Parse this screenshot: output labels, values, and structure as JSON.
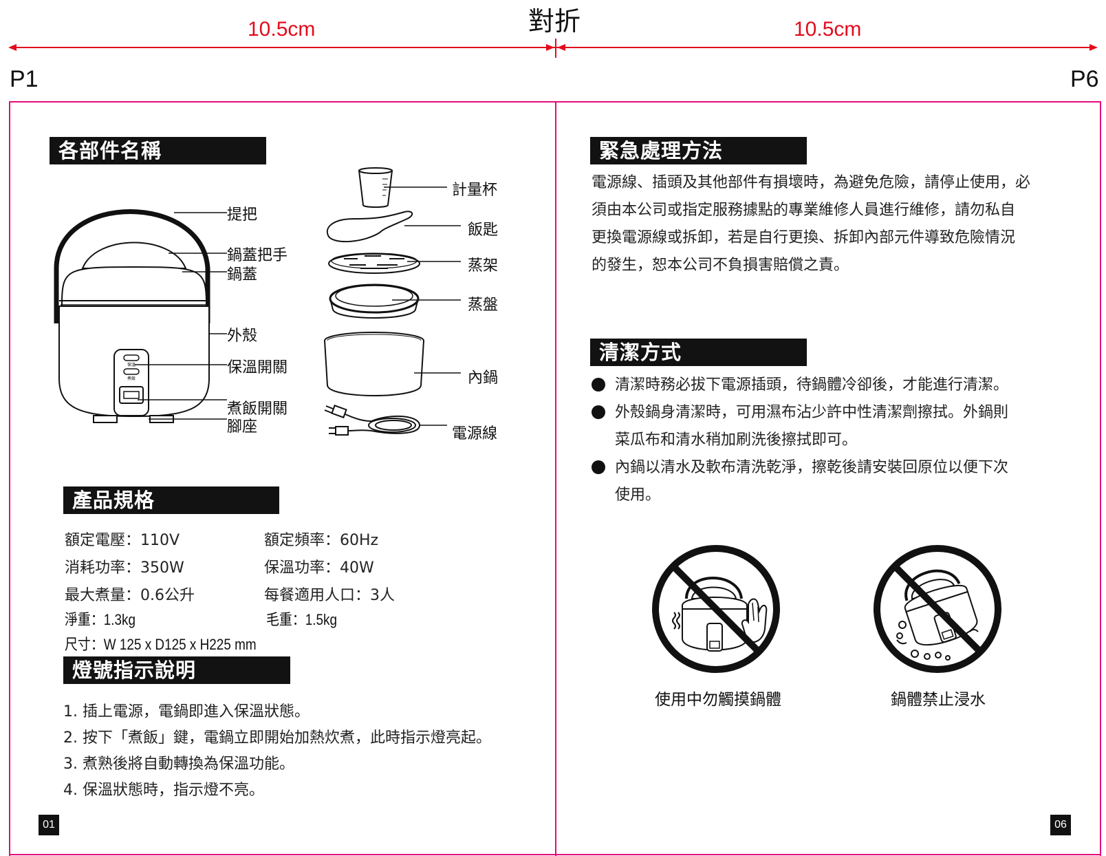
{
  "header": {
    "fold_label": "對折",
    "left_width": "10.5cm",
    "right_width": "10.5cm",
    "left_page": "P1",
    "right_page": "P6"
  },
  "colors": {
    "dimension_red": "#e30b1c",
    "frame_magenta": "#e30b7a",
    "heading_bg": "#121212"
  },
  "left_page": {
    "parts_heading": "各部件名稱",
    "parts_labels": {
      "handle": "提把",
      "lid_handle": "鍋蓋把手",
      "lid": "鍋蓋",
      "shell": "外殼",
      "warm_switch": "保溫開關",
      "cook_switch": "煮飯開關",
      "feet": "腳座",
      "measuring_cup": "計量杯",
      "rice_spoon": "飯匙",
      "steam_rack": "蒸架",
      "steam_tray": "蒸盤",
      "inner_pot": "內鍋",
      "power_cord": "電源線",
      "panel_warm": "保溫",
      "panel_cook": "煮飯"
    },
    "spec_heading": "產品規格",
    "specs": {
      "voltage": "額定電壓：110V",
      "frequency": "額定頻率：60Hz",
      "power": "消耗功率：350W",
      "warm_power": "保溫功率：40W",
      "capacity": "最大煮量：0.6公升",
      "servings": "每餐適用人口：3人",
      "net_weight": "淨重：1.3kg",
      "gross_weight": "毛重：1.5kg",
      "size": "尺寸：W 125 x D125 x H225 mm"
    },
    "indicator_heading": "燈號指示說明",
    "indicator_steps": [
      "1. 插上電源，電鍋即進入保溫狀態。",
      "2. 按下「煮飯」鍵，電鍋立即開始加熱炊煮，此時指示燈亮起。",
      "3. 煮熟後將自動轉換為保溫功能。",
      "4. 保溫狀態時，指示燈不亮。"
    ],
    "page_number": "01"
  },
  "right_page": {
    "emergency_heading": "緊急處理方法",
    "emergency_lines": [
      "電源線、插頭及其他部件有損壞時，為避免危險，請停止使用，必",
      "須由本公司或指定服務據點的專業維修人員進行維修，請勿私自",
      "更換電源線或拆卸，若是自行更換、拆卸內部元件導致危險情況",
      "的發生，恕本公司不負損害賠償之責。"
    ],
    "cleaning_heading": "清潔方式",
    "cleaning_bullets": [
      "清潔時務必拔下電源插頭，待鍋體冷卻後，才能進行清潔。",
      "外殼鍋身清潔時，可用濕布沾少許中性清潔劑擦拭。外鍋則",
      "內鍋以清水及軟布清洗乾淨，擦乾後請安裝回原位以便下次"
    ],
    "cleaning_continuations": [
      "菜瓜布和清水稍加刷洗後擦拭即可。",
      "使用。"
    ],
    "warnings": [
      {
        "icon": "no-touch-icon",
        "caption": "使用中勿觸摸鍋體"
      },
      {
        "icon": "no-submerge-icon",
        "caption": "鍋體禁止浸水"
      }
    ],
    "page_number": "06"
  }
}
